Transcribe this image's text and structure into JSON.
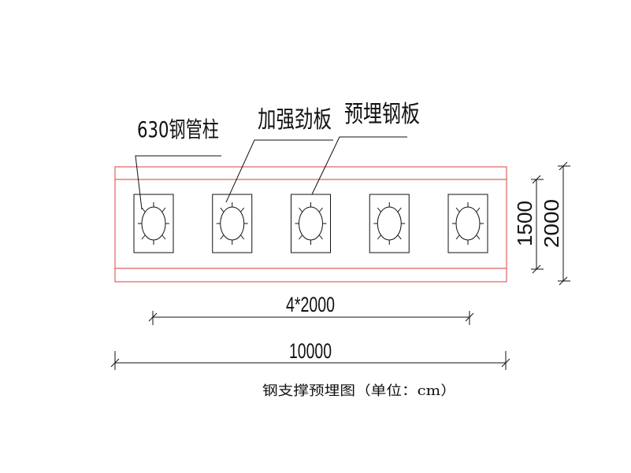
{
  "labels": {
    "column": "630钢管柱",
    "stiffener": "加强劲板",
    "embedded_plate": "预埋钢板"
  },
  "dimensions": {
    "inner_width": "1500",
    "outer_width": "2000",
    "spacing": "4*2000",
    "total_length": "10000"
  },
  "caption": "钢支撑预埋图（单位：cm）",
  "colors": {
    "beam_outline": "#e06060",
    "line": "#111111",
    "background": "#ffffff"
  },
  "column_count": 5
}
